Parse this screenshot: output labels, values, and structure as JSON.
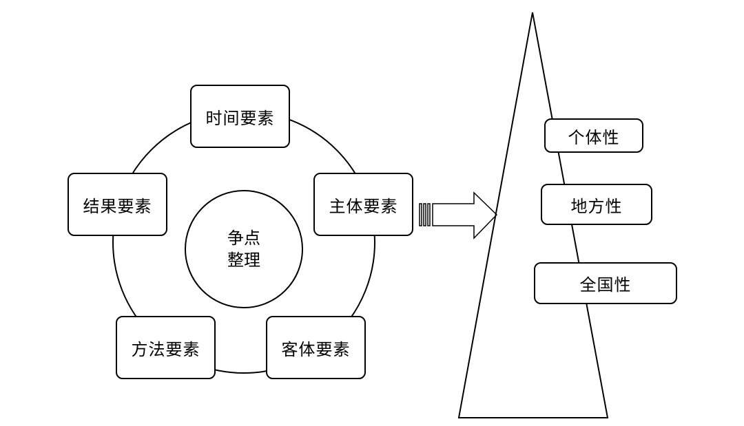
{
  "left_diagram": {
    "center": {
      "line1": "争点",
      "line2": "整理"
    },
    "elements": {
      "time": "时间要素",
      "subject": "主体要素",
      "object": "客体要素",
      "method": "方法要素",
      "result": "结果要素"
    }
  },
  "right_diagram": {
    "levels": {
      "individual": "个体性",
      "regional": "地方性",
      "national": "全国性"
    }
  }
}
